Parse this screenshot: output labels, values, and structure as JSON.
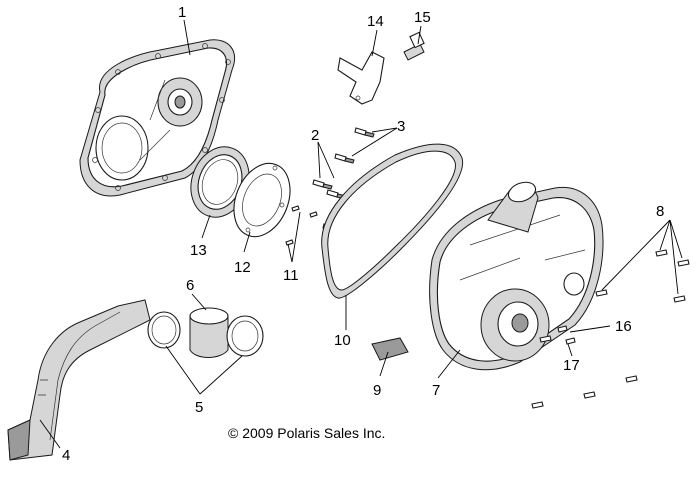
{
  "callouts": {
    "c1": "1",
    "c2": "2",
    "c3": "3",
    "c4": "4",
    "c5": "5",
    "c6": "6",
    "c7": "7",
    "c8": "8",
    "c9": "9",
    "c10": "10",
    "c11": "11",
    "c12": "12",
    "c13": "13",
    "c14": "14",
    "c15": "15",
    "c16": "16",
    "c17": "17"
  },
  "copyright": "© 2009 Polaris Sales Inc.",
  "colors": {
    "ink": "#000000",
    "shade_light": "#d6d6d6",
    "shade_dark": "#9a9a9a",
    "background": "#ffffff"
  }
}
